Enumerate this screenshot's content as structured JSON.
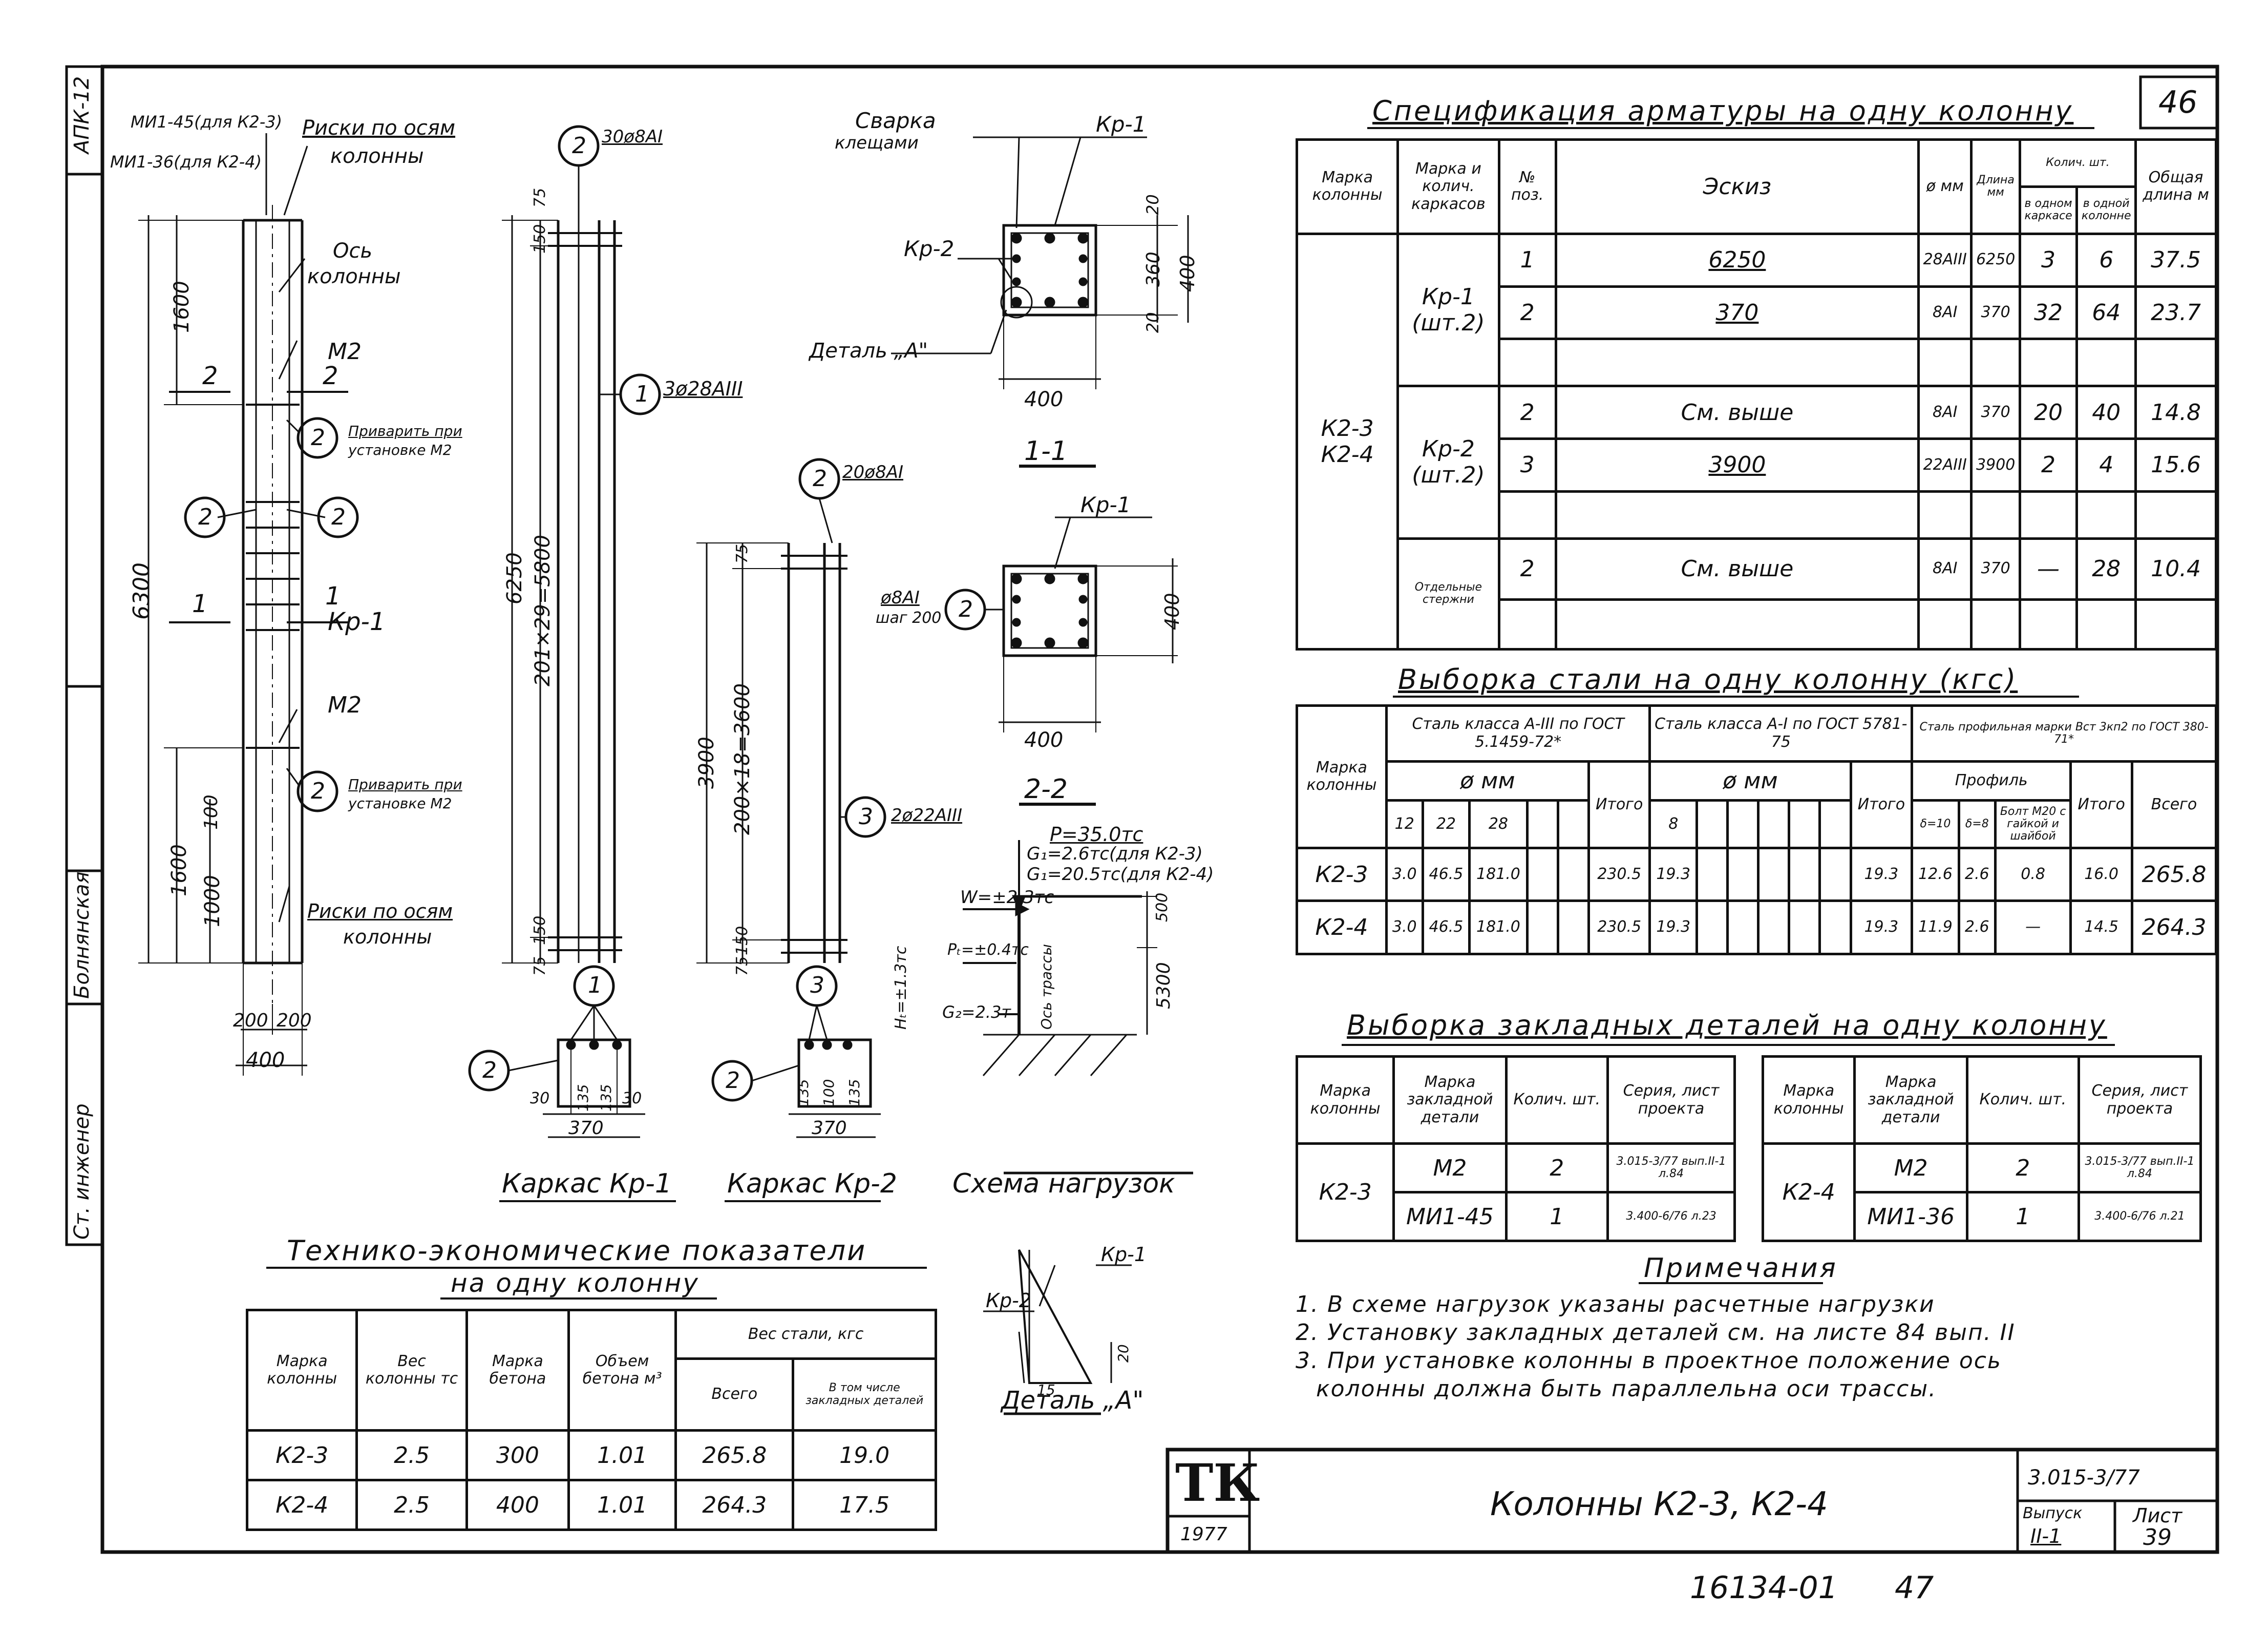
{
  "sheet": {
    "side_stamp": "АПК-12",
    "side_role": "Ст. инженер",
    "side_name": "Болнянская",
    "sheet_no_top": "46",
    "archive_no": "16134-01",
    "archive_page": "47"
  },
  "elevation": {
    "labels": {
      "mi_k23": "МИ1-45(для К2-3)",
      "mi_k24": "МИ1-36(для К2-4)",
      "axis_marks_top_1": "Риски по осям",
      "axis_marks_top_2": "колонны",
      "column_axis_1": "Ось",
      "column_axis_2": "колонны",
      "m2_top": "М2",
      "m2_bottom": "М2",
      "weld_1": "Приварить при",
      "weld_2": "установке М2",
      "axis_marks_bot_1": "Риски по осям",
      "axis_marks_bot_2": "колонны",
      "section_1": "1",
      "section_2": "2",
      "kr1": "Кр-1"
    },
    "dims": {
      "top": "1600",
      "total": "6300",
      "bottom_1600": "1600",
      "bottom_1000": "1000",
      "bottom_100": "100",
      "base_200a": "200",
      "base_200b": "200",
      "base_400": "400"
    },
    "callouts": [
      "2",
      "2",
      "2",
      "2",
      "2"
    ]
  },
  "frame_kr1": {
    "title": "Каркас Кр-1",
    "callout_1": "1",
    "callout_2": "2",
    "rebar_1": "3ø28АIII",
    "rebar_2": "30ø8АI",
    "dims": {
      "d75": "75",
      "d150a": "150",
      "d6250": "6250",
      "d_spacing": "201×29=5800",
      "d150b": "150",
      "d75b": "75",
      "w30a": "30",
      "w135a": "135",
      "w135b": "135",
      "w30b": "30",
      "w370": "370"
    }
  },
  "frame_kr2": {
    "title": "Каркас Кр-2",
    "callout_2": "2",
    "callout_3": "3",
    "rebar_2": "20ø8АI",
    "rebar_3": "2ø22АIII",
    "dims": {
      "d75": "75",
      "d3900": "3900",
      "d_spacing": "200×18=3600",
      "d150": "150",
      "d75b": "75",
      "w135a": "135",
      "w100": "100",
      "w135b": "135",
      "w370": "370"
    }
  },
  "sections": {
    "s11": {
      "title": "1-1",
      "weld_1": "Сварка",
      "weld_2": "клещами",
      "kr1": "Кр-1",
      "kr2": "Кр-2",
      "detail": "Деталь „А\"",
      "w400": "400",
      "h20a": "20",
      "h360": "360",
      "h20b": "20",
      "h400": "400"
    },
    "s22": {
      "title": "2-2",
      "kr1": "Кр-1",
      "stirrup_1": "ø8АI",
      "stirrup_2": "шаг 200",
      "callout": "2",
      "w400": "400",
      "h400": "400"
    }
  },
  "loads": {
    "title": "Схема нагрузок",
    "p": "P=35.0тс",
    "g1_k23": "G₁=2.6тс(для К2-3)",
    "g1_k24": "G₁=20.5тс(для К2-4)",
    "w": "W=±2.3тс",
    "pt": "Pₜ=±0.4тс",
    "ht": "Hₜ=±1.3тс",
    "g2": "G₂=2.3т",
    "axis": "Ось трассы",
    "d500": "500",
    "d5300": "5300"
  },
  "detail_a": {
    "title": "Деталь „А\"",
    "kr1": "Кр-1",
    "kr2": "Кр-2",
    "d15": "15",
    "d20": "20"
  },
  "spec": {
    "title": "Спецификация арматуры на одну колонну",
    "headers": {
      "col_mark": "Марка колонны",
      "frame_mark": "Марка и колич. каркасов",
      "pos": "№ поз.",
      "sketch": "Эскиз",
      "dia": "ø мм",
      "length": "Длина мм",
      "qty": "Колич. шт.",
      "qty_frame": "в одном каркасе",
      "qty_col": "в одной колонне",
      "total_len": "Общая длина м"
    },
    "column_marks": [
      "К2-3",
      "К2-4"
    ],
    "rows": [
      {
        "frame": "Кр-1",
        "frame_qty": "(шт.2)",
        "pos": "1",
        "sketch": "6250",
        "dia": "28АIII",
        "length": "6250",
        "q_frame": "3",
        "q_col": "6",
        "total": "37.5"
      },
      {
        "frame": "",
        "frame_qty": "",
        "pos": "2",
        "sketch": "370",
        "dia": "8АI",
        "length": "370",
        "q_frame": "32",
        "q_col": "64",
        "total": "23.7"
      },
      {
        "frame": "Кр-2",
        "frame_qty": "(шт.2)",
        "pos": "2",
        "sketch": "См. выше",
        "dia": "8АI",
        "length": "370",
        "q_frame": "20",
        "q_col": "40",
        "total": "14.8"
      },
      {
        "frame": "",
        "frame_qty": "",
        "pos": "3",
        "sketch": "3900",
        "dia": "22АIII",
        "length": "3900",
        "q_frame": "2",
        "q_col": "4",
        "total": "15.6"
      },
      {
        "frame": "Отдельные стержни",
        "frame_qty": "",
        "pos": "2",
        "sketch": "См. выше",
        "dia": "8АI",
        "length": "370",
        "q_frame": "—",
        "q_col": "28",
        "total": "10.4"
      }
    ]
  },
  "steel": {
    "title": "Выборка стали на одну колонну (кгс)",
    "headers": {
      "col_mark": "Марка колонны",
      "class_a3": "Сталь класса А-III по ГОСТ 5.1459-72*",
      "class_a1": "Сталь класса А-I по ГОСТ 5781-75",
      "profile": "Сталь профильная марки Вст 3кп2 по ГОСТ 380-71*",
      "dia_mm": "ø мм",
      "profile_sub": "Профиль",
      "d12": "12",
      "d22": "22",
      "d28": "28",
      "total_a3": "Итого",
      "d8": "8",
      "total_a1": "Итого",
      "p_s10": "δ=10",
      "p_s8": "δ=8",
      "p_bolt": "Болт М20 с гайкой и шайбой",
      "total_p": "Итого",
      "grand": "Всего"
    },
    "rows": [
      {
        "mark": "К2-3",
        "d12": "3.0",
        "d22": "46.5",
        "d28": "181.0",
        "t1": "230.5",
        "d8": "19.3",
        "t2": "19.3",
        "p1": "12.6",
        "p2": "2.6",
        "p3": "0.8",
        "t3": "16.0",
        "all": "265.8"
      },
      {
        "mark": "К2-4",
        "d12": "3.0",
        "d22": "46.5",
        "d28": "181.0",
        "t1": "230.5",
        "d8": "19.3",
        "t2": "19.3",
        "p1": "11.9",
        "p2": "2.6",
        "p3": "—",
        "t3": "14.5",
        "all": "264.3"
      }
    ]
  },
  "embedded": {
    "title": "Выборка закладных деталей на одну колонну",
    "headers": {
      "col_mark": "Марка колонны",
      "part_mark": "Марка закладной детали",
      "qty": "Колич. шт.",
      "series": "Серия, лист проекта"
    },
    "left": {
      "mark": "К2-3",
      "rows": [
        {
          "part": "М2",
          "qty": "2",
          "series": "3.015-3/77 вып.II-1 л.84"
        },
        {
          "part": "МИ1-45",
          "qty": "1",
          "series": "3.400-6/76 л.23"
        }
      ]
    },
    "right": {
      "mark": "К2-4",
      "rows": [
        {
          "part": "М2",
          "qty": "2",
          "series": "3.015-3/77 вып.II-1 л.84"
        },
        {
          "part": "МИ1-36",
          "qty": "1",
          "series": "3.400-6/76 л.21"
        }
      ]
    }
  },
  "notes": {
    "title": "Примечания",
    "items": [
      "1. В схеме нагрузок указаны расчетные нагрузки",
      "2. Установку закладных деталей см. на листе 84 вып. II",
      "3. При установке колонны в проектное положение ось",
      "колонны должна быть параллельна оси трассы."
    ]
  },
  "tech": {
    "title_1": "Технико-экономические показатели",
    "title_2": "на одну колонну",
    "headers": {
      "mark": "Марка колонны",
      "weight": "Вес колонны тс",
      "concrete": "Марка бетона",
      "volume": "Объем бетона м³",
      "steel": "Вес стали, кгс",
      "all": "Всего",
      "incl": "В том числе закладных деталей"
    },
    "rows": [
      {
        "mark": "К2-3",
        "weight": "2.5",
        "concrete": "300",
        "volume": "1.01",
        "all": "265.8",
        "incl": "19.0"
      },
      {
        "mark": "К2-4",
        "weight": "2.5",
        "concrete": "400",
        "volume": "1.01",
        "all": "264.3",
        "incl": "17.5"
      }
    ]
  },
  "title_block": {
    "logo": "ТК",
    "year": "1977",
    "name": "Колонны К2-3, К2-4",
    "series": "3.015-3/77",
    "issue_label": "Выпуск",
    "issue": "II-1",
    "sheet_label": "Лист",
    "sheet": "39"
  }
}
